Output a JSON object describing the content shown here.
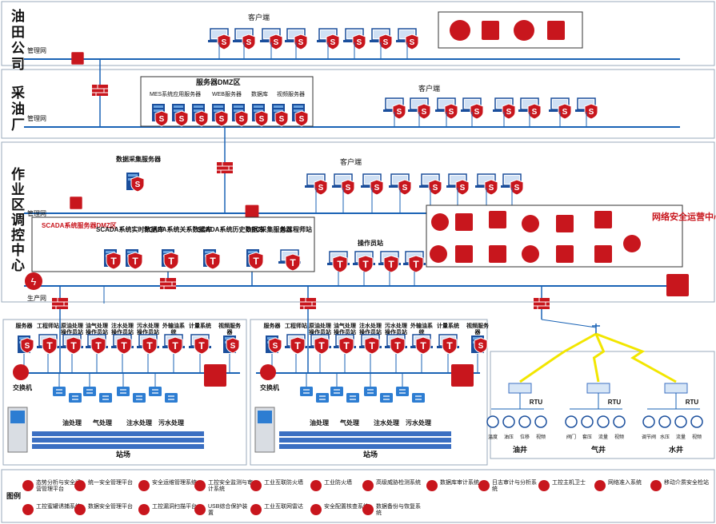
{
  "zones": {
    "oilfield": "油田公司",
    "plant": "采油厂",
    "dispatch": "作业区调控中心"
  },
  "labels": {
    "mgmt_net": "管理网",
    "prod_net": "生产网",
    "client": "客户端",
    "server_dmz": "服务器DMZ区",
    "mes_server": "MES系统应用服务器",
    "web_server": "WEB服务器",
    "database": "数据库",
    "video_server": "视频服务器",
    "data_collect": "数据采集服务器",
    "scada_dmz": "SCADA系统服务器DMZ区",
    "scada_rt": "SCADA系统实时数据库",
    "scada_rel": "SCADA系统关系数据库",
    "scada_hist": "SCADA系统历史数据库",
    "opc": "OPC采集服务器",
    "chief_eng": "总工程师站",
    "operator": "操作员站",
    "soc": "网络安全运营中心",
    "switch": "交换机",
    "station": "站场",
    "rtu": "RTU",
    "oil_well": "油井",
    "gas_well": "气井",
    "water_well": "水井"
  },
  "station_row": [
    "服务器",
    "工程师站",
    "原油处理操作员站",
    "油气处理操作员站",
    "注水处理操作员站",
    "污水处理操作员站",
    "外输油系统",
    "计量系统",
    "视频服务器"
  ],
  "process_labels": [
    "油处理",
    "气处理",
    "注水处理",
    "污水处理"
  ],
  "wells": {
    "oil": [
      "温度",
      "油压",
      "位移",
      "视频"
    ],
    "gas": [
      "阀门",
      "套压",
      "流量",
      "视频"
    ],
    "water": [
      "调节阀",
      "水压",
      "流量",
      "视频"
    ]
  },
  "legend": {
    "title": "图例",
    "items": [
      "态势分析与安全运营管理平台",
      "统一安全管理平台",
      "安全运维管理系统",
      "工控安全监测与审计系统",
      "工业互联防火墙",
      "工业防火墙",
      "高级威胁检测系统",
      "数据库审计系统",
      "日志审计与分析系统",
      "工控主机卫士",
      "网络准入系统",
      "移动介质安全检站",
      "工控蜜罐诱捕系统",
      "数据安全管理平台",
      "工控漏洞扫描平台",
      "USB综合保护装置",
      "工业互联网雷达",
      "安全配置核查系统",
      "数据备份与恢复系统"
    ]
  },
  "colors": {
    "brand_red": "#c8161d",
    "net_blue": "#1a63b5",
    "lightning": "#f2e600"
  }
}
